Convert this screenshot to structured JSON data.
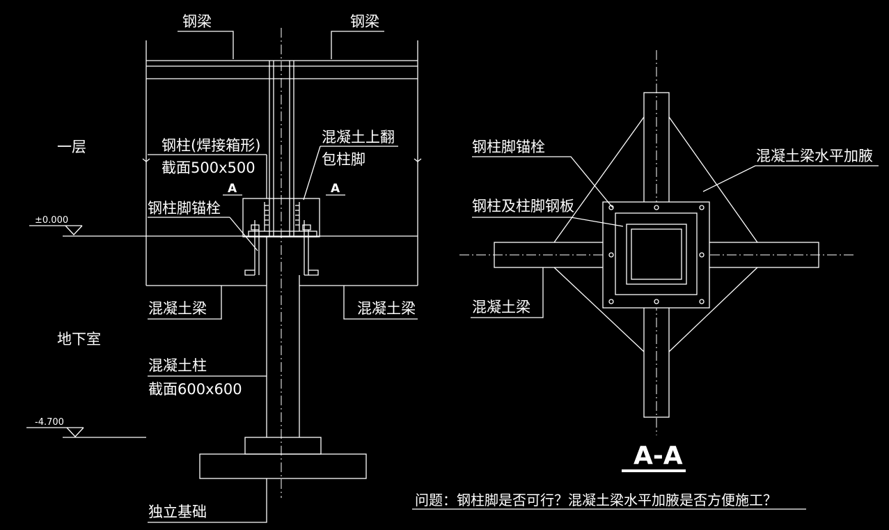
{
  "labels": {
    "steel_beam_left": "钢梁",
    "steel_beam_right": "钢梁",
    "first_floor": "一层",
    "steel_column_line1": "钢柱(焊接箱形)",
    "steel_column_line2": "截面500x500",
    "concrete_upturn_line1": "混凝土上翻",
    "concrete_upturn_line2": "包柱脚",
    "section_mark_left": "A",
    "section_mark_right": "A",
    "anchor_bolt_left": "钢柱脚锚栓",
    "elevation_zero": "±0.000",
    "concrete_beam_left": "混凝土梁",
    "concrete_beam_right": "混凝土梁",
    "basement": "地下室",
    "concrete_column_line1": "混凝土柱",
    "concrete_column_line2": "截面600x600",
    "elevation_minus": "-4.700",
    "isolated_footing": "独立基础",
    "anchor_bolt_section": "钢柱脚锚栓",
    "haunch_label": "混凝土梁水平加腋",
    "column_baseplate": "钢柱及柱脚钢板",
    "concrete_beam_section": "混凝土梁",
    "section_title": "A-A",
    "question": "问题：钢柱脚是否可行？混凝土梁水平加腋是否方便施工？"
  },
  "colors": {
    "background": "#000000",
    "line": "#ffffff"
  }
}
